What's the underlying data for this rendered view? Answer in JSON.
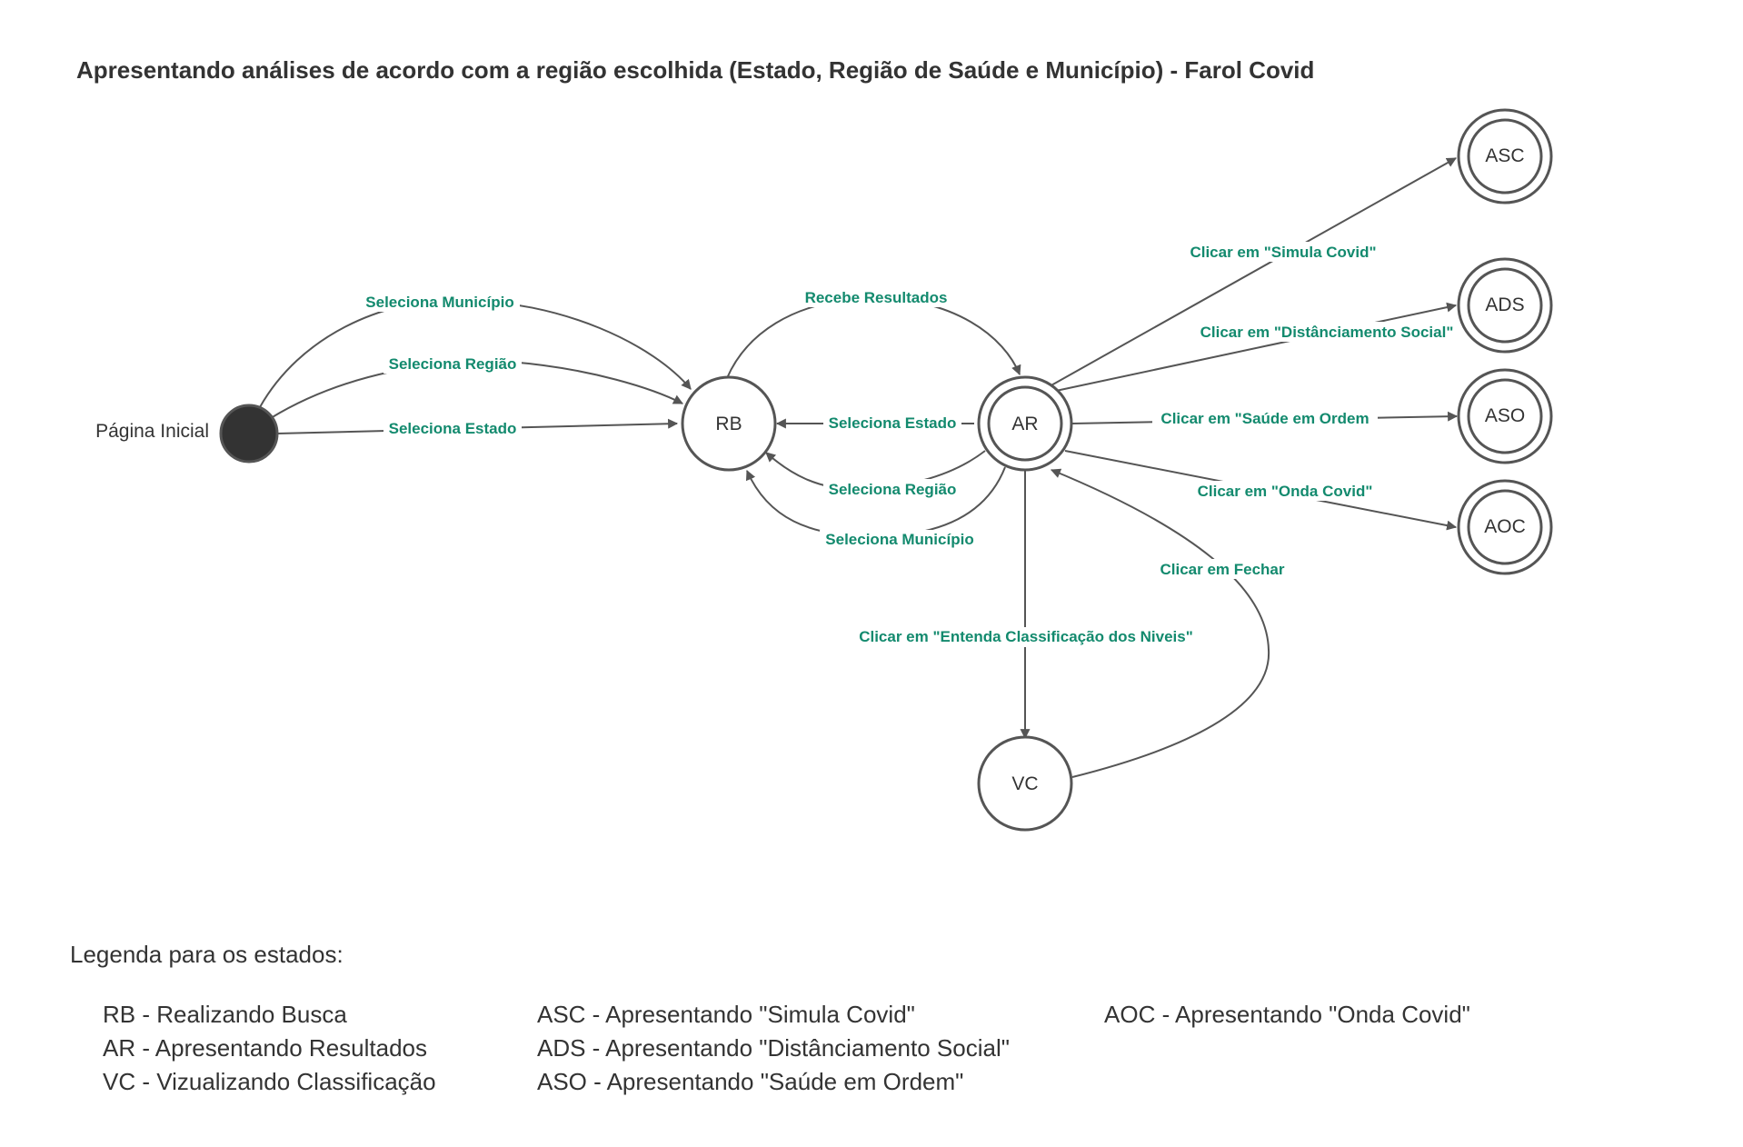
{
  "title": "Apresentando análises de acordo com a região escolhida (Estado, Região de Saúde e Município) - Farol Covid",
  "colors": {
    "ink": "#333333",
    "line": "#555555",
    "label": "#138a6e",
    "node_fill": "#ffffff",
    "start_fill": "#333333"
  },
  "start": {
    "label": "Página Inicial"
  },
  "states": {
    "rb": "RB",
    "ar": "AR",
    "vc": "VC",
    "asc": "ASC",
    "ads": "ADS",
    "aso": "ASO",
    "aoc": "AOC"
  },
  "transitions": {
    "start_rb_municipio": "Seleciona Município",
    "start_rb_regiao": "Seleciona Região",
    "start_rb_estado": "Seleciona Estado",
    "rb_ar_resultados": "Recebe Resultados",
    "ar_rb_estado": "Seleciona Estado",
    "ar_rb_regiao": "Seleciona Região",
    "ar_rb_municipio": "Seleciona Município",
    "ar_asc": "Clicar em \"Simula Covid\"",
    "ar_ads": "Clicar em \"Distânciamento Social\"",
    "ar_aso": "Clicar em \"Saúde em Ordem",
    "ar_aoc": "Clicar em \"Onda Covid\"",
    "ar_vc": "Clicar em \"Entenda Classificação dos Niveis\"",
    "vc_ar_fechar": "Clicar em Fechar"
  },
  "legend": {
    "title": "Legenda para os estados:",
    "columns": [
      [
        "RB - Realizando Busca",
        "AR - Apresentando Resultados",
        "VC - Vizualizando Classificação"
      ],
      [
        "ASC - Apresentando \"Simula Covid\"",
        "ADS - Apresentando \"Distânciamento Social\"",
        "ASO - Apresentando \"Saúde em Ordem\""
      ],
      [
        "AOC - Apresentando \"Onda Covid\""
      ]
    ]
  }
}
